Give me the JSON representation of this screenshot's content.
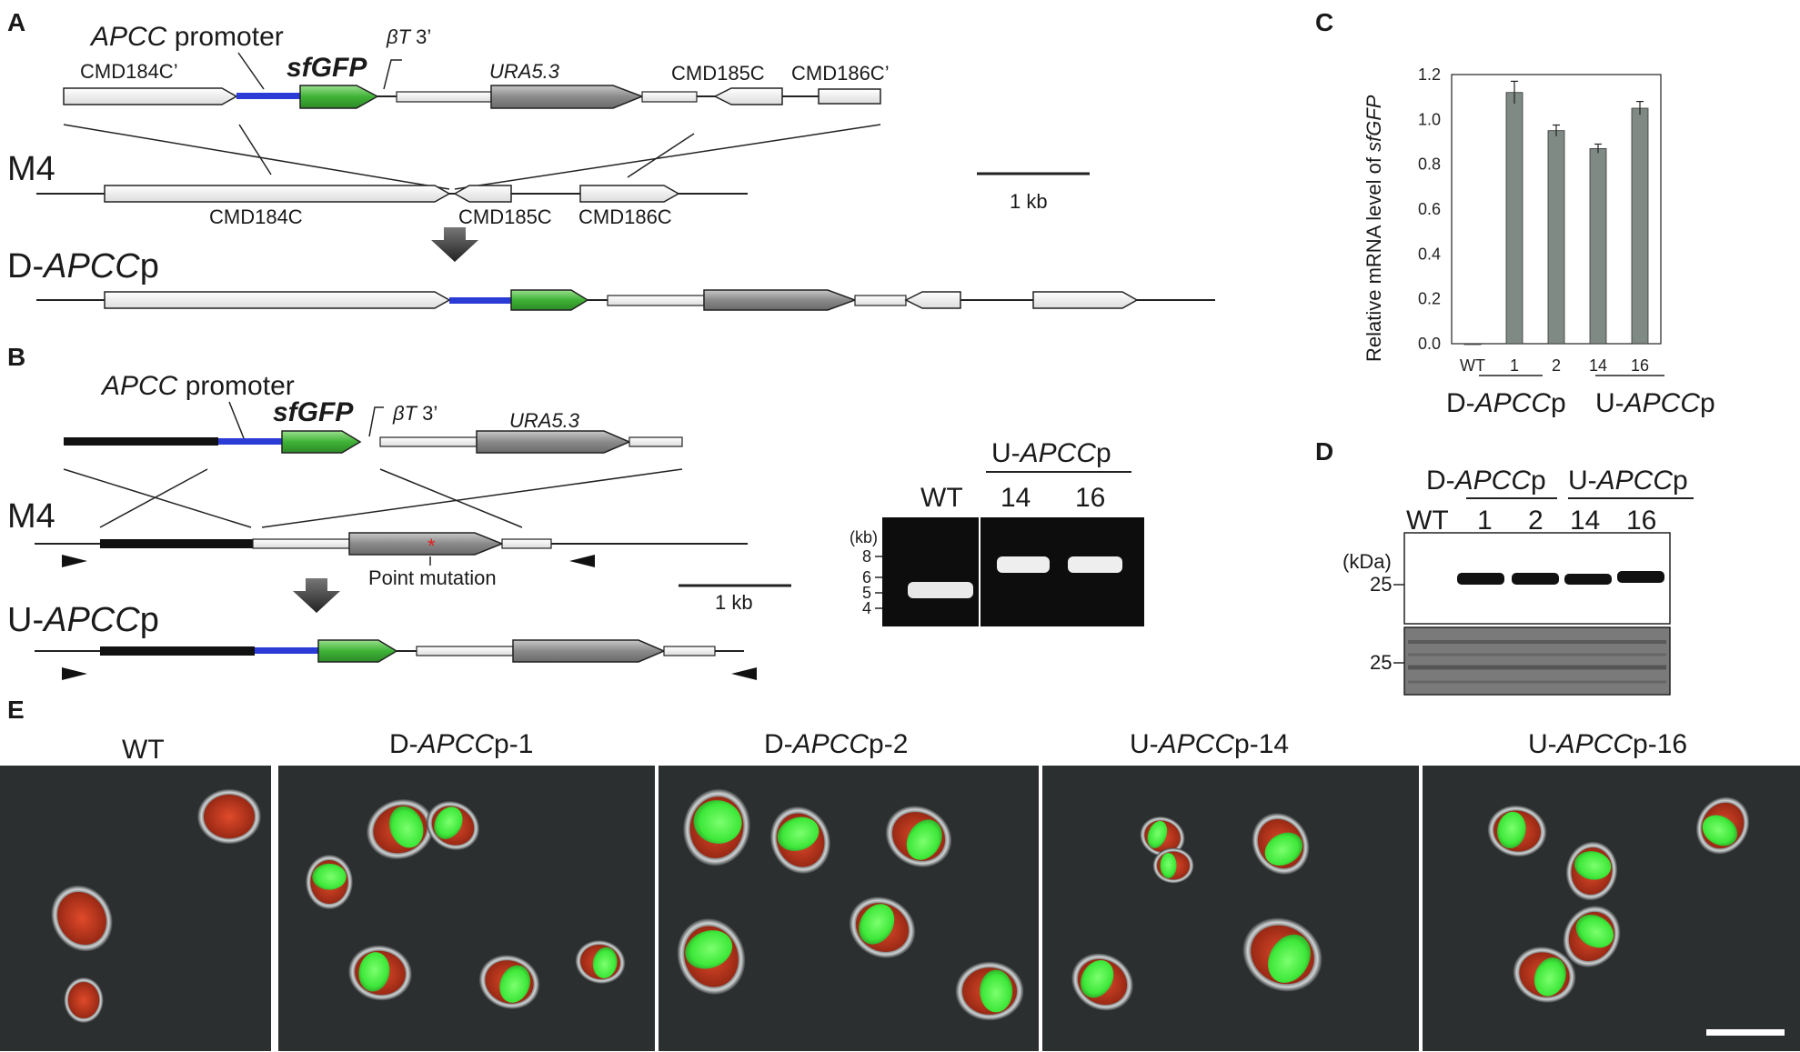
{
  "panels": {
    "a": "A",
    "b": "B",
    "c": "C",
    "d": "D",
    "e": "E"
  },
  "panel_a": {
    "promoter_label_italic": "APCC",
    "promoter_label_rest": " promoter",
    "sfgfp": "sfGFP",
    "bt_italic": "βT",
    "bt_rest": " 3’",
    "ura": "URA5.3",
    "cmd184c_prime": "CMD184C’",
    "cmd185c": "CMD185C",
    "cmd186c_prime": "CMD186C’",
    "m4": "M4",
    "cmd184c": "CMD184C",
    "cmd185c_b": "CMD185C",
    "cmd186c": "CMD186C",
    "scale": "1 kb",
    "strain_prefix": "D-",
    "strain_italic": "APCC",
    "strain_suffix": "p"
  },
  "panel_b": {
    "promoter_label_italic": "APCC",
    "promoter_label_rest": " promoter",
    "sfgfp": "sfGFP",
    "bt_italic": "βT",
    "bt_rest": " 3’",
    "ura": "URA5.3",
    "m4": "M4",
    "point_mutation": "Point mutation",
    "scale": "1 kb",
    "strain_prefix": "U-",
    "strain_italic": "APCC",
    "strain_suffix": "p"
  },
  "gel": {
    "group_prefix": "U-",
    "group_italic": "APCC",
    "group_suffix": "p",
    "lanes": [
      "WT",
      "14",
      "16"
    ],
    "unit": "(kb)",
    "markers": [
      "8",
      "6",
      "5",
      "4"
    ]
  },
  "chart_data": {
    "type": "bar",
    "ylabel_prefix": "Relative mRNA level of ",
    "ylabel_italic": "sfGFP",
    "categories": [
      "WT",
      "1",
      "2",
      "14",
      "16"
    ],
    "values": [
      0.0,
      1.12,
      0.95,
      0.87,
      1.05
    ],
    "errors": [
      0.0,
      0.05,
      0.025,
      0.02,
      0.03
    ],
    "ylim": [
      0,
      1.2
    ],
    "yticks": [
      "0.0",
      "0.2",
      "0.4",
      "0.6",
      "0.8",
      "1.0",
      "1.2"
    ],
    "groups": [
      {
        "prefix": "D-",
        "italic": "APCC",
        "suffix": "p"
      },
      {
        "prefix": "U-",
        "italic": "APCC",
        "suffix": "p"
      }
    ],
    "bar_color": "#808a84"
  },
  "western": {
    "group1_prefix": "D-",
    "group1_italic": "APCC",
    "group1_suffix": "p",
    "group2_prefix": "U-",
    "group2_italic": "APCC",
    "group2_suffix": "p",
    "lanes": [
      "WT",
      "1",
      "2",
      "14",
      "16"
    ],
    "unit": "(kDa)",
    "marker_top": "25",
    "marker_bottom": "25"
  },
  "micrographs": {
    "labels": [
      {
        "prefix": "WT",
        "italic": "",
        "suffix": ""
      },
      {
        "prefix": "D-",
        "italic": "APCC",
        "suffix": "p-1"
      },
      {
        "prefix": "D-",
        "italic": "APCC",
        "suffix": "p-2"
      },
      {
        "prefix": "U-",
        "italic": "APCC",
        "suffix": "p-14"
      },
      {
        "prefix": "U-",
        "italic": "APCC",
        "suffix": "p-16"
      }
    ]
  },
  "colors": {
    "promoter": "#2b3bd6",
    "gfp": "#52c24a",
    "ura": "#8c8c8c",
    "cell_green": "#3ee83a",
    "cell_red": "#c8321e"
  }
}
